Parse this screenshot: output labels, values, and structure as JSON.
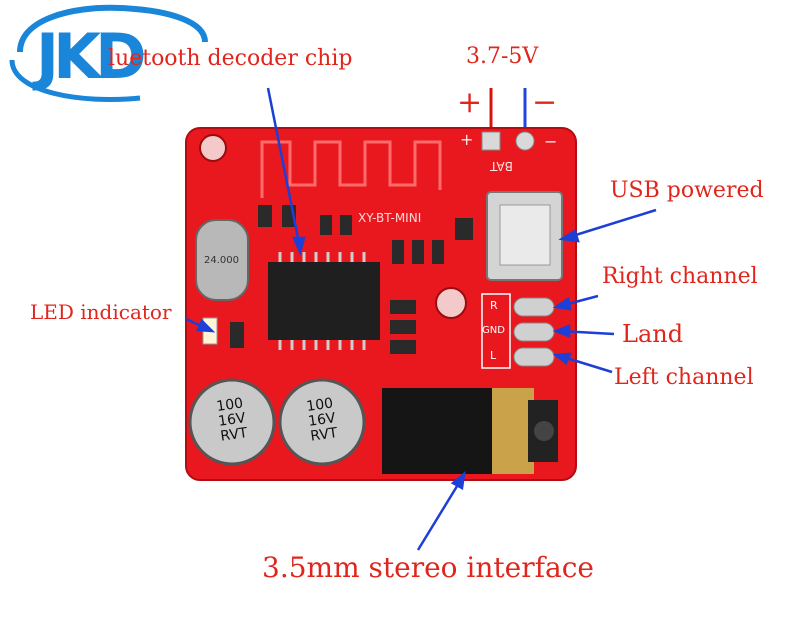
{
  "logo": {
    "text": "JKD",
    "color": "#1a86d9"
  },
  "labels": {
    "chip": "luetooth decoder chip",
    "voltage": "3.7-5V",
    "plus": "+",
    "minus": "−",
    "usb": "USB powered",
    "right": "Right channel",
    "land": "Land",
    "left": "Left channel",
    "led": "LED indicator",
    "stereo": "3.5mm stereo interface"
  },
  "board": {
    "model": "XY-BT-MINI",
    "bat_label": "BAT",
    "bat_plus": "+",
    "bat_minus": "−",
    "pad_r": "R",
    "pad_gnd": "GND",
    "pad_l": "L",
    "crystal": "24.000",
    "cap1": [
      "100",
      "16V",
      "RVT"
    ],
    "cap2": [
      "100",
      "16V",
      "RVT"
    ]
  },
  "colors": {
    "board": "#e8181e",
    "label_red": "#e0261c",
    "label_black": "#111111",
    "arrow_blue": "#1d3fd6",
    "wire_red": "#d8140e"
  }
}
